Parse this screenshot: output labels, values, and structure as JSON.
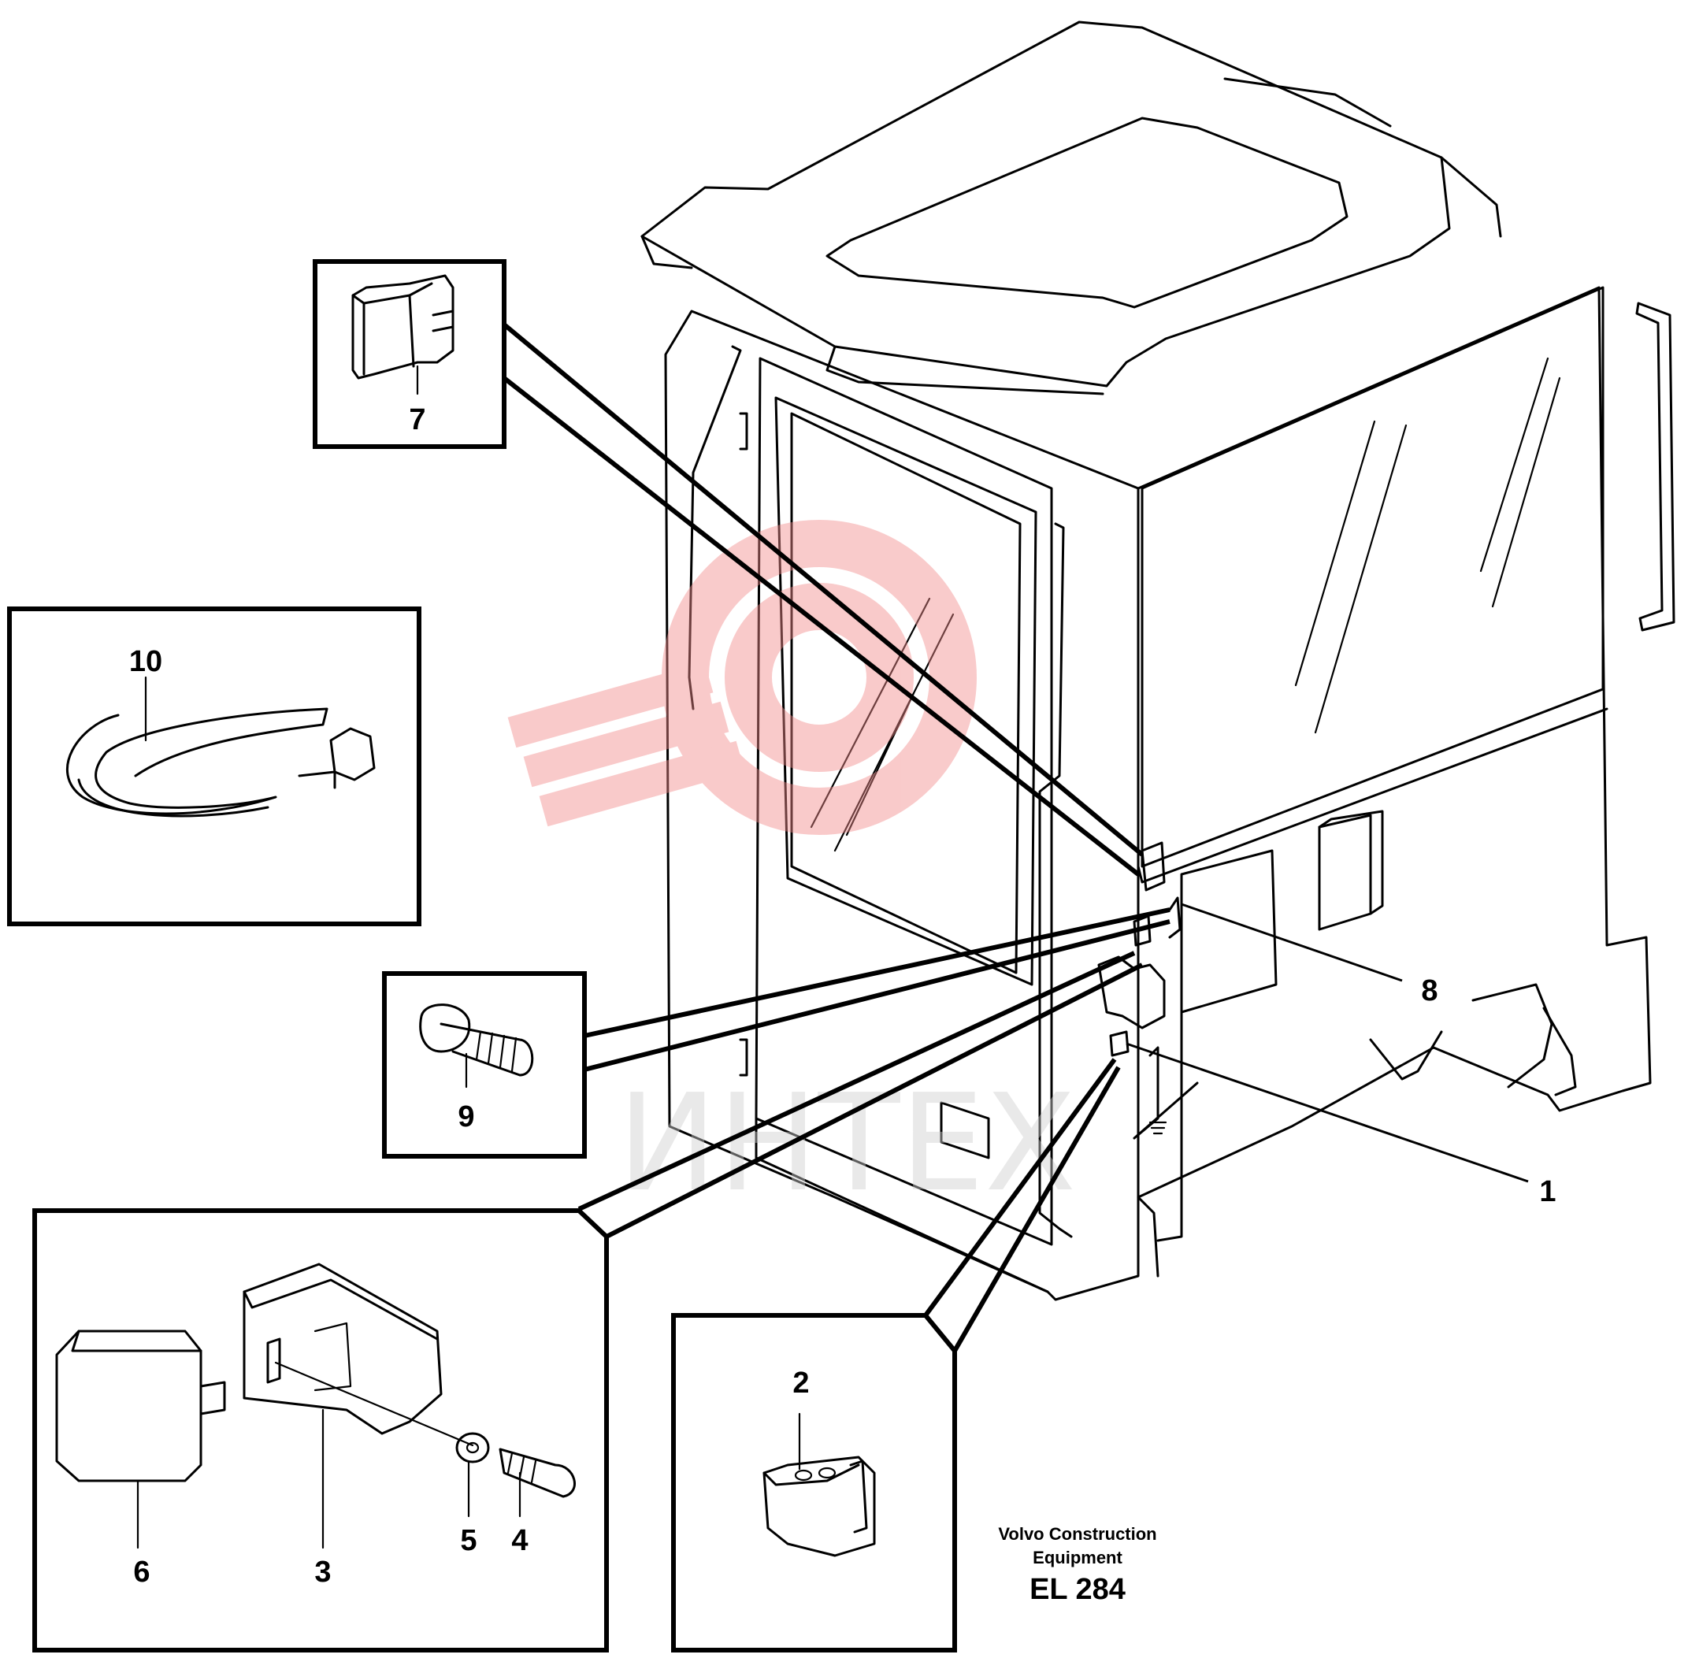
{
  "callouts": {
    "c1": "1",
    "c2": "2",
    "c3": "3",
    "c4": "4",
    "c5": "5",
    "c6": "6",
    "c7": "7",
    "c8": "8",
    "c9": "9",
    "c10": "10"
  },
  "caption": {
    "line1": "Volvo Construction",
    "line2": "Equipment",
    "code": "EL 284"
  },
  "watermark": {
    "text": "ИНТЕХ",
    "color": "#f28b8b"
  }
}
